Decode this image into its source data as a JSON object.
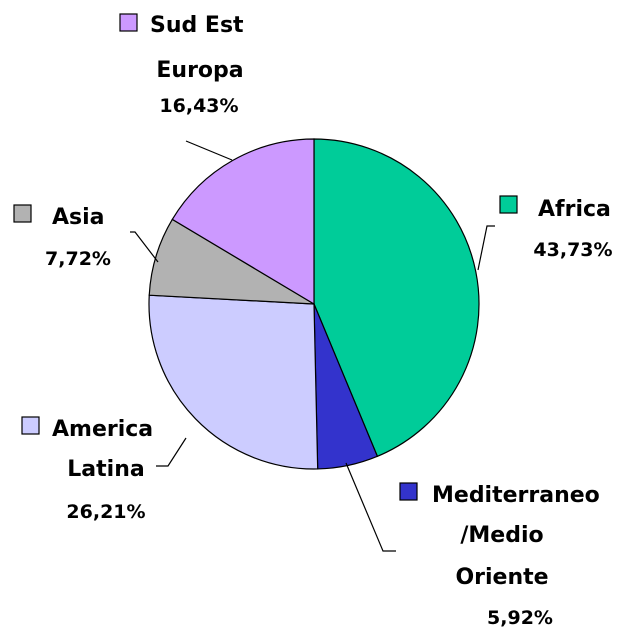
{
  "chart_data": {
    "type": "pie",
    "title": "",
    "legend": "labels beside slices",
    "slices": [
      {
        "name": "Africa",
        "lines": [
          "Africa"
        ],
        "value": 43.73,
        "label": "43,73%",
        "color": "#00cc99"
      },
      {
        "name": "Mediterraneo/Medio Oriente",
        "lines": [
          "Mediterraneo",
          "/Medio",
          "Oriente"
        ],
        "value": 5.92,
        "label": "5,92%",
        "color": "#3333cc"
      },
      {
        "name": "America Latina",
        "lines": [
          "America",
          "Latina"
        ],
        "value": 26.21,
        "label": "26,21%",
        "color": "#ccccff"
      },
      {
        "name": "Asia",
        "lines": [
          "Asia"
        ],
        "value": 7.72,
        "label": "7,72%",
        "color": "#b2b2b2"
      },
      {
        "name": "Sud Est Europa",
        "lines": [
          "Sud Est",
          "Europa"
        ],
        "value": 16.43,
        "label": "16,43%",
        "color": "#cc99ff"
      }
    ]
  }
}
